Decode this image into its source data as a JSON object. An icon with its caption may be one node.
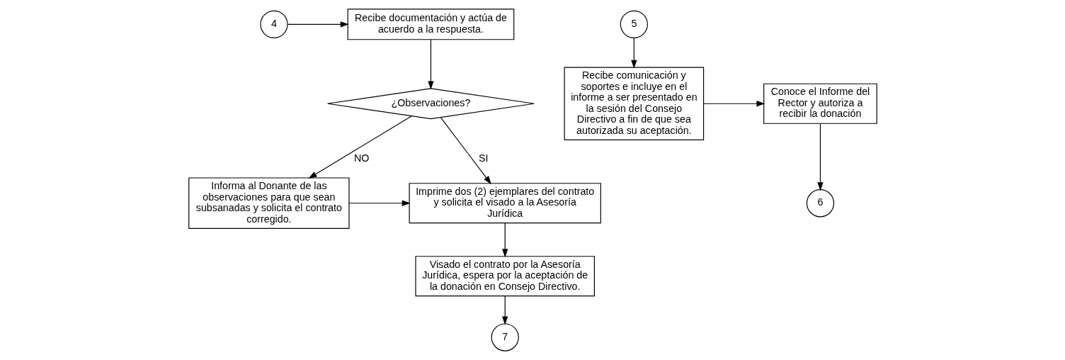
{
  "diagram": {
    "nodes": [
      {
        "text": [
          "4"
        ]
      },
      {
        "text": [
          "Recibe documentación y actúa de acuerdo a la respuesta."
        ]
      },
      {
        "text": [
          "¿Observaciones?"
        ]
      },
      {
        "text": [
          "Informa al Donante de las observaciones para que sean subsanadas y solicita el contrato corregido."
        ]
      },
      {
        "text": [
          "Imprime dos (2) ejemplares del contrato y solicita el visado a la Asesoría Jurídica"
        ]
      },
      {
        "text": [
          "Visado el contrato por la Asesoría Jurídica, espera por la aceptación de la donación en Consejo Directivo."
        ]
      },
      {
        "text": [
          "7"
        ]
      },
      {
        "text": [
          "5"
        ]
      },
      {
        "text": [
          "Recibe comunicación y soportes e incluye en el informe a ser presentado en la sesión del Consejo Directivo a fin de que sea autorizada su aceptación."
        ]
      },
      {
        "text": [
          "Conoce el Informe del Rector y autoriza a recibir la donación"
        ]
      },
      {
        "text": [
          "6"
        ]
      }
    ],
    "edges": [
      {
        "from": 0,
        "to": 1,
        "arrow": "to"
      },
      {
        "from": 1,
        "to": 2,
        "arrow": "to"
      },
      {
        "from": 2,
        "to": 3,
        "label": "NO",
        "arrow": "to"
      },
      {
        "from": 2,
        "to": 4,
        "label": "SI",
        "arrow": "to"
      },
      {
        "from": 3,
        "to": 4,
        "arrow": "to"
      },
      {
        "from": 4,
        "to": 5,
        "arrow": "to"
      },
      {
        "from": 5,
        "to": 6,
        "arrow": "to"
      },
      {
        "from": 7,
        "to": 8,
        "arrow": "to"
      },
      {
        "from": 8,
        "to": 9,
        "arrow": "to"
      },
      {
        "from": 9,
        "to": 10,
        "arrow": "to"
      }
    ]
  }
}
